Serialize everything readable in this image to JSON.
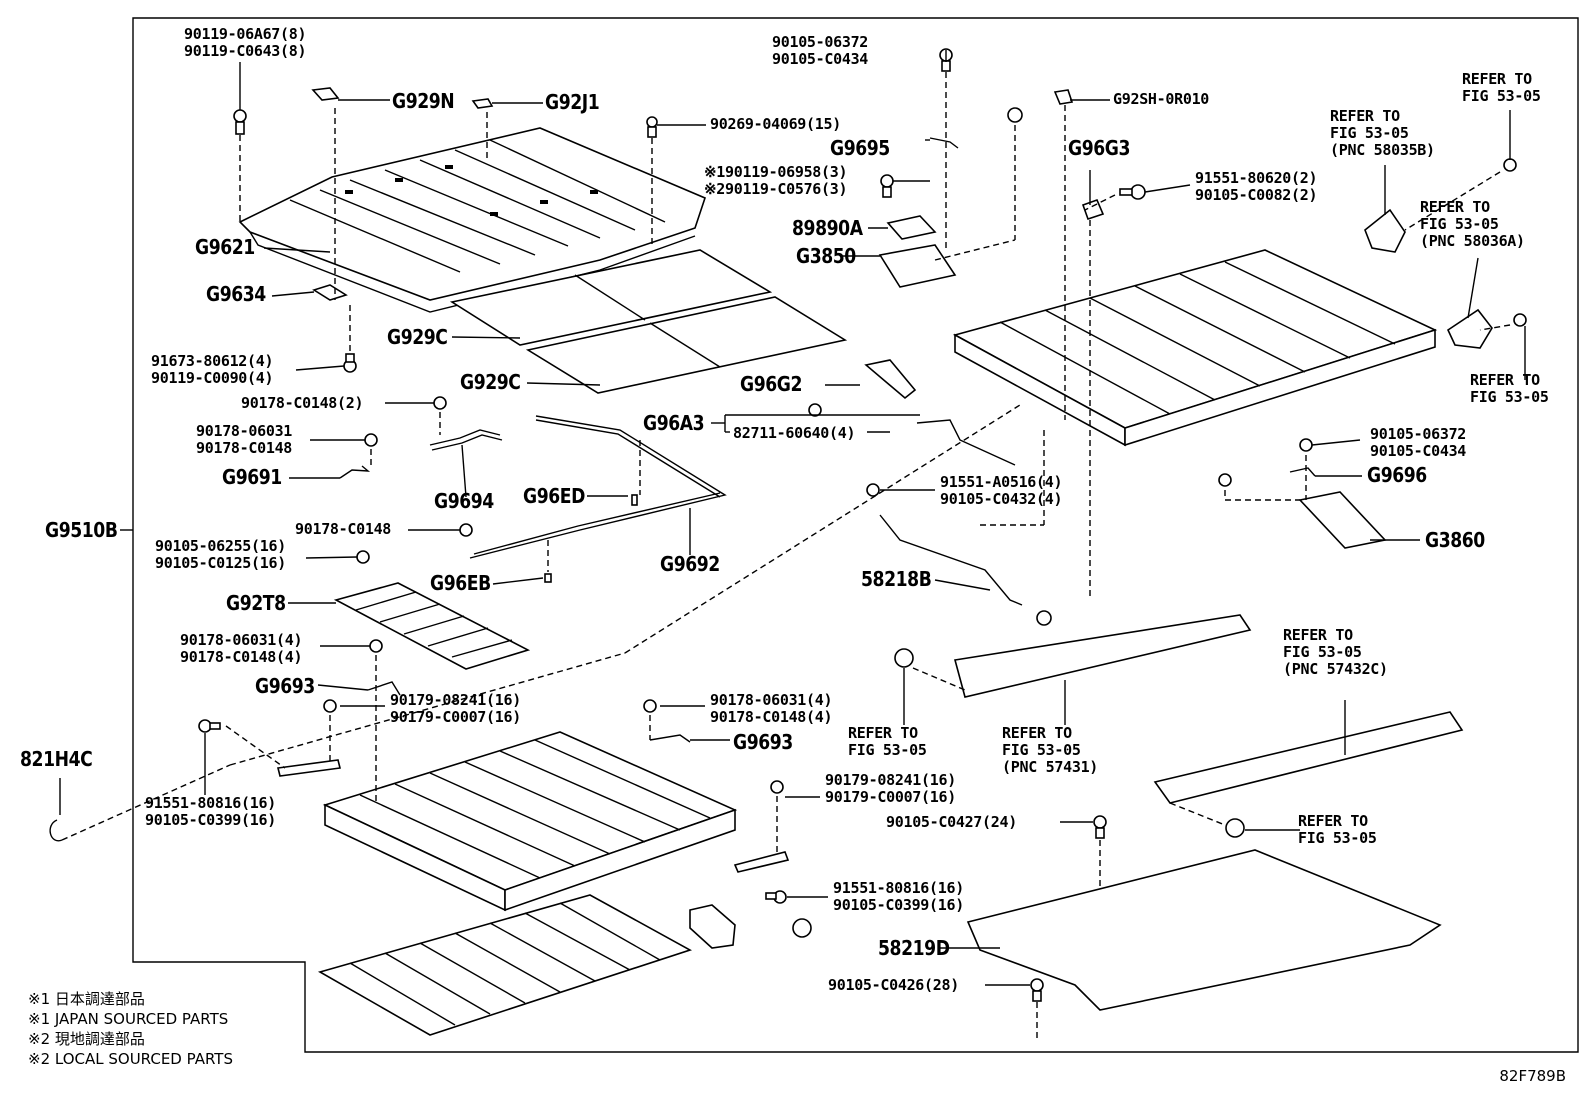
{
  "diagram_code": "82F789B",
  "notes": [
    "※1 日本調達部品",
    "※1 JAPAN SOURCED PARTS",
    "※2 現地調達部品",
    "※2 LOCAL SOURCED PARTS"
  ],
  "labels": {
    "l1": [
      "90119-06A67(8)",
      "90119-C0643(8)"
    ],
    "l2": "G929N",
    "l3": "G92J1",
    "l4": "90269-04069(15)",
    "l5": [
      "※190119-06958(3)",
      "※290119-C0576(3)"
    ],
    "l6": "G9621",
    "l7": "G9634",
    "l8": "G929C",
    "l9": "G929C",
    "l10": [
      "91673-80612(4)",
      "90119-C0090(4)"
    ],
    "l11": "90178-C0148(2)",
    "l12": [
      "90178-06031",
      "90178-C0148"
    ],
    "l13": "G9691",
    "l14": "G9694",
    "l15": "G96ED",
    "l16": "G96A3",
    "l17": "82711-60640(4)",
    "l18": "G9510B",
    "l19": "90178-C0148",
    "l20": [
      "90105-06255(16)",
      "90105-C0125(16)"
    ],
    "l21": "G96EB",
    "l22": "G9692",
    "l23": "G92T8",
    "l24": [
      "90178-06031(4)",
      "90178-C0148(4)"
    ],
    "l25": "G9693",
    "l26": [
      "90179-08241(16)",
      "90179-C0007(16)"
    ],
    "l27": [
      "90178-06031(4)",
      "90178-C0148(4)"
    ],
    "l28": "G9693",
    "l29": "821H4C",
    "l30": [
      "91551-80816(16)",
      "90105-C0399(16)"
    ],
    "l31": [
      "90179-08241(16)",
      "90179-C0007(16)"
    ],
    "l32": "90105-C0427(24)",
    "l33": [
      "91551-80816(16)",
      "90105-C0399(16)"
    ],
    "l34": "58219D",
    "l35": "90105-C0426(28)",
    "l36": [
      "90105-06372",
      "90105-C0434"
    ],
    "l37": "G9695",
    "l38": "G92SH-0R010",
    "l39": "G96G3",
    "l40": [
      "91551-80620(2)",
      "90105-C0082(2)"
    ],
    "l41": "89890A",
    "l42": "G3850",
    "l43": [
      "REFER TO",
      "FIG 53-05",
      "(PNC 58035B)"
    ],
    "l44": [
      "REFER TO",
      "FIG 53-05"
    ],
    "l45": [
      "REFER TO",
      "FIG 53-05",
      "(PNC 58036A)"
    ],
    "l46": [
      "REFER TO",
      "FIG 53-05"
    ],
    "l47": "G96G2",
    "l48": [
      "91551-A0516(4)",
      "90105-C0432(4)"
    ],
    "l49": [
      "90105-06372",
      "90105-C0434"
    ],
    "l50": "G9696",
    "l51": "G3860",
    "l52": "58218B",
    "l53": [
      "REFER TO",
      "FIG 53-05"
    ],
    "l54": [
      "REFER TO",
      "FIG 53-05",
      "(PNC 57431)"
    ],
    "l55": [
      "REFER TO",
      "FIG 53-05",
      "(PNC 57432C)"
    ],
    "l56": [
      "REFER TO",
      "FIG 53-05"
    ]
  }
}
